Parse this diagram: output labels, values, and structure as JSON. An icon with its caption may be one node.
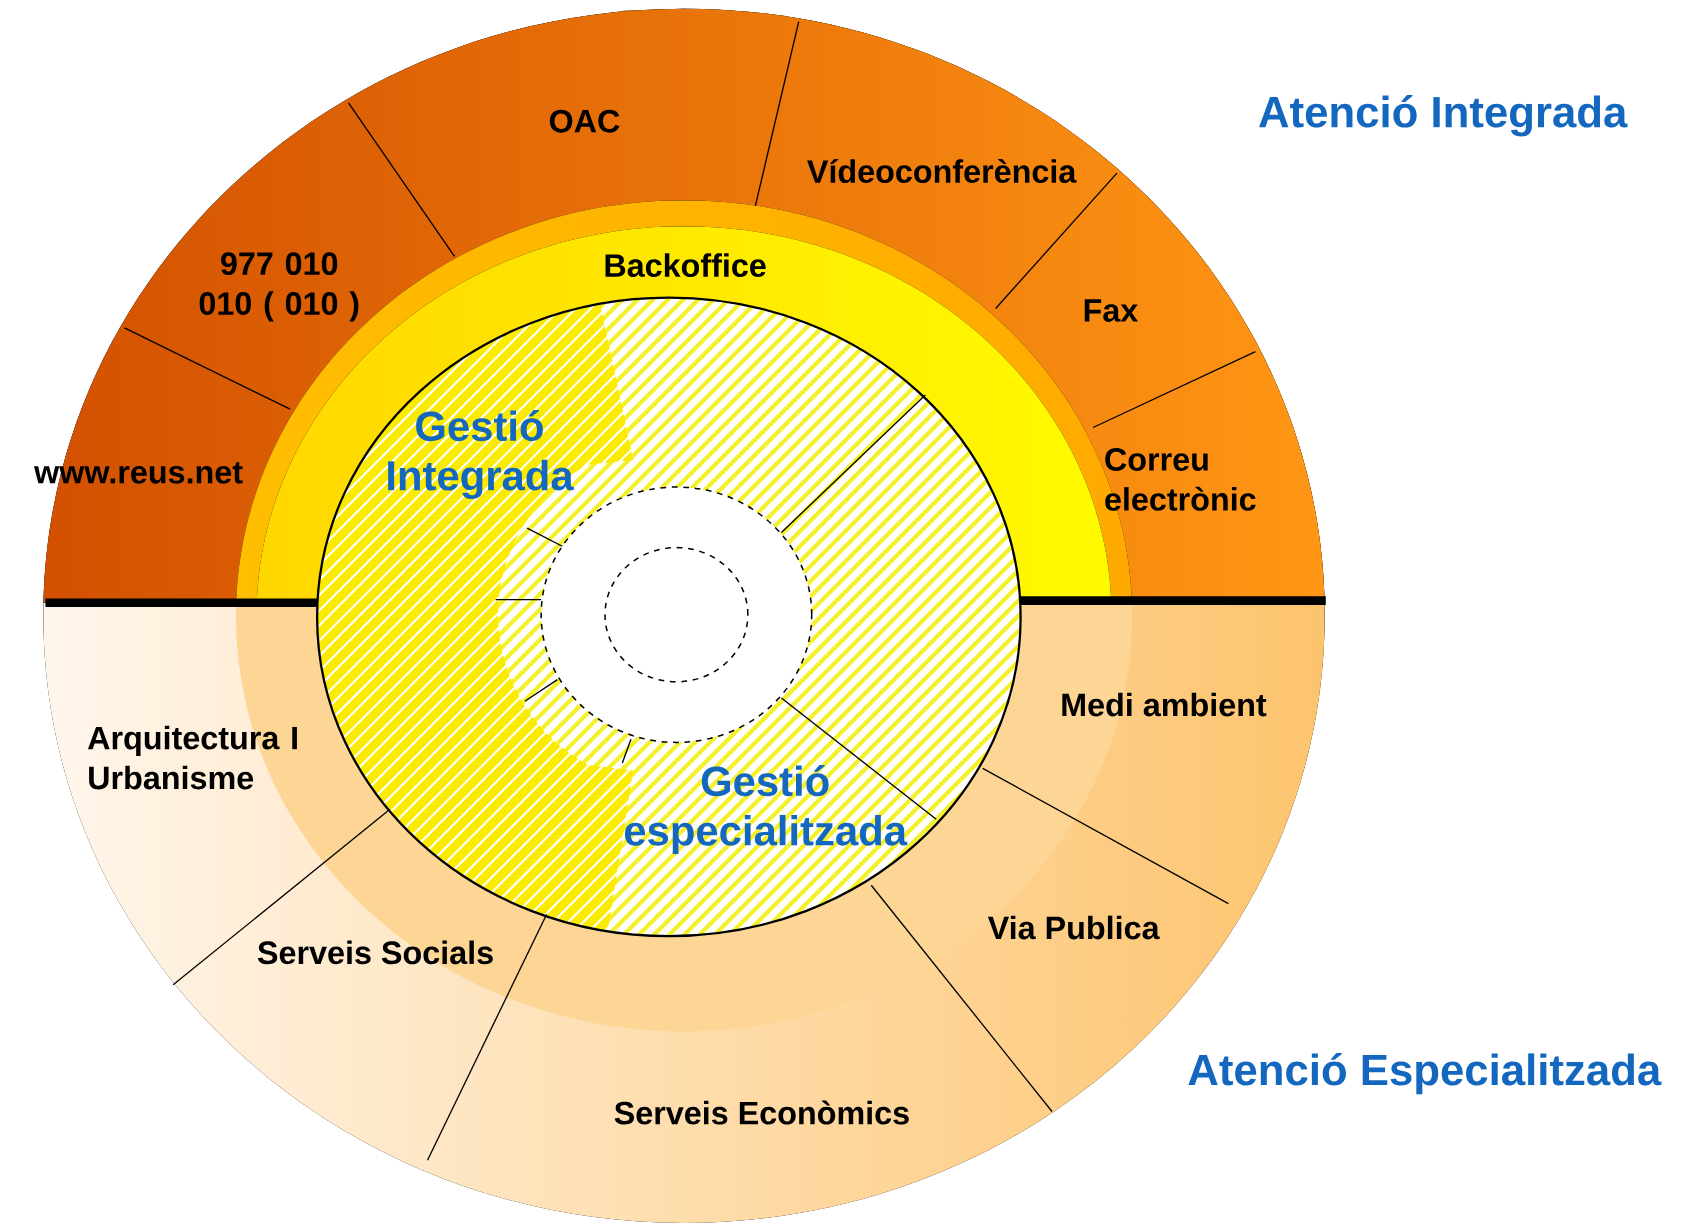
{
  "diagram": {
    "nodes": [
      {
        "text": [
          "www.reus.net"
        ]
      },
      {
        "text": [
          "977 010 010 ( 010 )"
        ]
      },
      {
        "text": [
          "OAC"
        ]
      },
      {
        "text": [
          "Vídeoconferència"
        ]
      },
      {
        "text": [
          "Fax"
        ]
      },
      {
        "text": [
          "Correu electrònic"
        ]
      },
      {
        "text": [
          "Backoffice"
        ]
      },
      {
        "text": [
          "Gestió Integrada"
        ]
      },
      {
        "text": [
          "Gestió especialitzada"
        ]
      },
      {
        "text": [
          "Arquitectura I Urbanisme"
        ]
      },
      {
        "text": [
          "Serveis Socials"
        ]
      },
      {
        "text": [
          "Serveis Econòmics"
        ]
      },
      {
        "text": [
          "Via Publica"
        ]
      },
      {
        "text": [
          "Medi ambient"
        ]
      },
      {
        "text": [],
        "shape": "circle"
      },
      {
        "text": [],
        "shape": "circle",
        "in": 14
      }
    ],
    "labels": [
      "Atenció Integrada",
      "Atenció Especialitzada"
    ]
  }
}
